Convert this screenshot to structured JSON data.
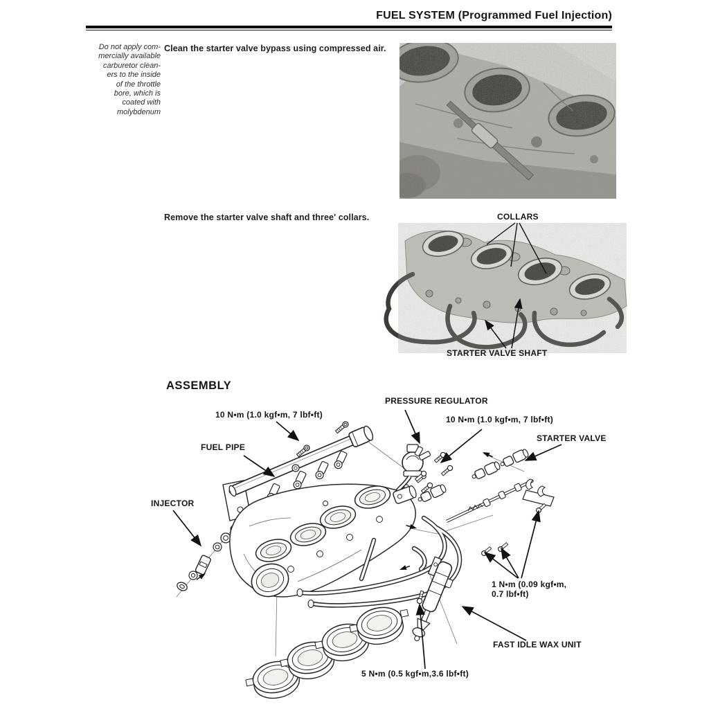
{
  "header": {
    "title": "FUEL SYSTEM (Programmed Fuel Injection)"
  },
  "margin_note": "Do not apply com-\nmercially available\ncarburetor clean-\ners to the inside\nof the throttle\nbore, which is\ncoated with\nmolybdenum",
  "steps": {
    "step1": "Clean the starter valve bypass using compressed air.",
    "step2": "Remove the starter valve shaft  and three' collars."
  },
  "photo_labels": {
    "collars": "COLLARS",
    "starter_valve_shaft": "STARTER VALVE SHAFT"
  },
  "assembly": {
    "heading": "ASSEMBLY",
    "labels": {
      "torque_10_left": "10 N•m (1.0 kgf•m, 7 lbf•ft)",
      "pressure_regulator": "PRESSURE REGULATOR",
      "torque_10_right": "10 N•m (1.0 kgf•m, 7 lbf•ft)",
      "starter_valve": "STARTER VALVE",
      "fuel_pipe": "FUEL PIPE",
      "injector": "INJECTOR",
      "torque_1": "1 N•m (0.09 kgf•m,\n0.7 lbf•ft)",
      "fast_idle_wax_unit": "FAST IDLE WAX UNIT",
      "torque_5": "5 N•m (0.5 kgf•m,3.6 lbf•ft)"
    }
  },
  "colors": {
    "ink": "#161616",
    "paper": "#ffffff"
  }
}
